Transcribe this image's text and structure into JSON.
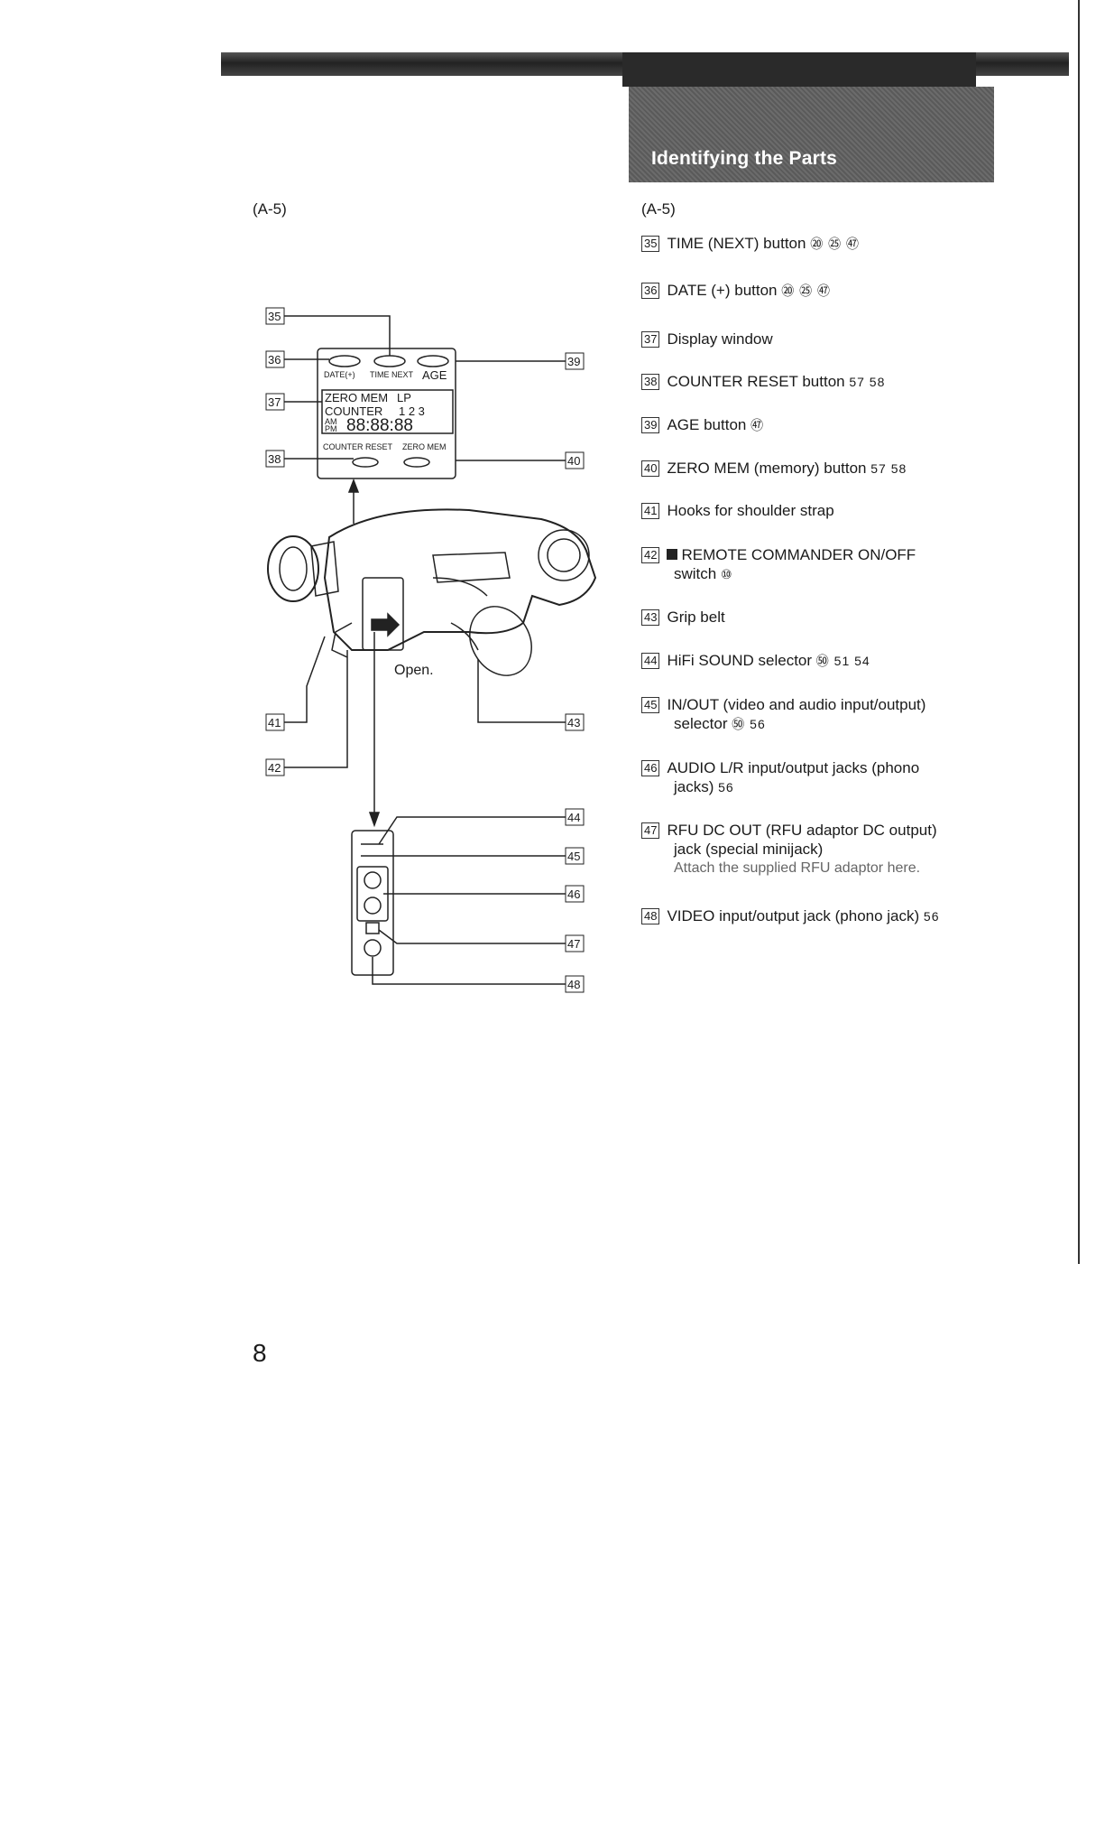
{
  "header": {
    "title": "Identifying the Parts"
  },
  "figure": {
    "label": "(A-5)",
    "display_texts": {
      "date_btn": "DATE(+)",
      "time_btn": "TIME NEXT",
      "age_btn": "AGE",
      "zero_mem": "ZERO MEM",
      "lp": "LP",
      "counter": "COUNTER",
      "counter_digits": "1 2 3",
      "am": "AM",
      "pm": "PM",
      "time_digits": "88:88:88",
      "counter_reset_btn": "COUNTER RESET",
      "zero_mem_btn": "ZERO MEM",
      "open": "Open."
    },
    "callouts": [
      "35",
      "36",
      "37",
      "38",
      "39",
      "40",
      "41",
      "42",
      "43",
      "44",
      "45",
      "46",
      "47",
      "48"
    ]
  },
  "list": {
    "label": "(A-5)",
    "items": [
      {
        "num": "35",
        "text": "TIME (NEXT) button",
        "refs": "⑳ ㉕ ㊼"
      },
      {
        "num": "36",
        "text": "DATE (+) button",
        "refs": "⑳ ㉕ ㊼"
      },
      {
        "num": "37",
        "text": "Display window",
        "refs": ""
      },
      {
        "num": "38",
        "text": "COUNTER RESET button",
        "refs": "57 58"
      },
      {
        "num": "39",
        "text": "AGE button",
        "refs": "㊼"
      },
      {
        "num": "40",
        "text": "ZERO MEM (memory) button",
        "refs": "57 58"
      },
      {
        "num": "41",
        "text": "Hooks for shoulder strap",
        "refs": ""
      },
      {
        "num": "42",
        "text": "REMOTE COMMANDER ON/OFF",
        "text2": "switch",
        "refs": "⑩"
      },
      {
        "num": "43",
        "text": "Grip belt",
        "refs": ""
      },
      {
        "num": "44",
        "text": "HiFi SOUND selector",
        "refs": "㊿ 51 54"
      },
      {
        "num": "45",
        "text": "IN/OUT (video and audio input/output)",
        "text2": "selector",
        "refs": "㊿ 56"
      },
      {
        "num": "46",
        "text": "AUDIO L/R input/output jacks (phono",
        "text2": "jacks)",
        "refs": "56"
      },
      {
        "num": "47",
        "text": "RFU DC OUT (RFU adaptor DC output)",
        "text2": "jack (special minijack)",
        "note": "Attach the supplied RFU adaptor here."
      },
      {
        "num": "48",
        "text": "VIDEO input/output jack (phono jack)",
        "refs": "56"
      }
    ]
  },
  "footer": {
    "page_number": "8"
  }
}
